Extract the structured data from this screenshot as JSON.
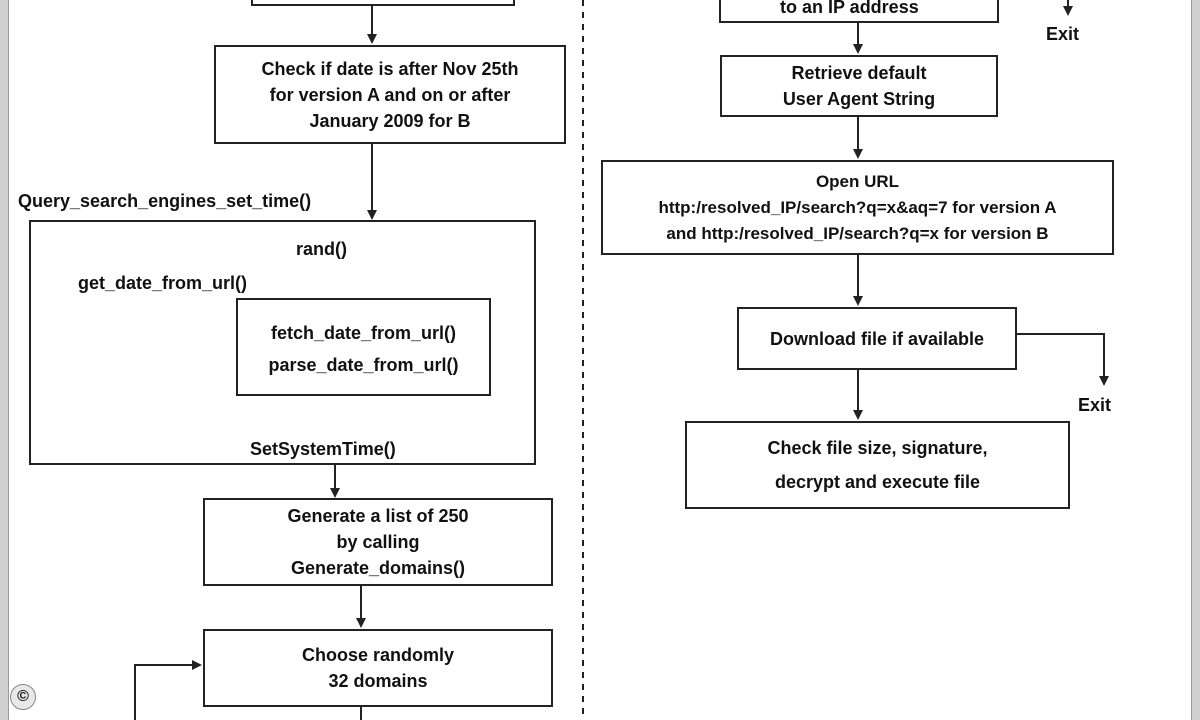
{
  "diagram": {
    "left": {
      "check_date": [
        "Check if date is after Nov 25th",
        "for version A and on or after",
        "January 2009 for B"
      ],
      "query_label": "Query_search_engines_set_time()",
      "rand": "rand()",
      "get_date_label": "get_date_from_url()",
      "fetch_date": "fetch_date_from_url()",
      "parse_date": "parse_date_from_url()",
      "set_system_time": "SetSystemTime()",
      "generate_list": [
        "Generate a list of 250",
        "by calling",
        "Generate_domains()"
      ],
      "choose_random": [
        "Choose randomly",
        "32 domains"
      ]
    },
    "right": {
      "resolve_partial": "to an IP address",
      "exit_top": "Exit",
      "retrieve_ua": [
        "Retrieve default",
        "User Agent String"
      ],
      "open_url": [
        "Open URL",
        "http:/resolved_IP/search?q=x&aq=7 for version A",
        "and http:/resolved_IP/search?q=x for version B"
      ],
      "download_file": "Download file if available",
      "exit_mid": "Exit",
      "check_file": [
        "Check file size, signature,",
        "decrypt and execute file"
      ]
    },
    "copyright_symbol": "©"
  }
}
